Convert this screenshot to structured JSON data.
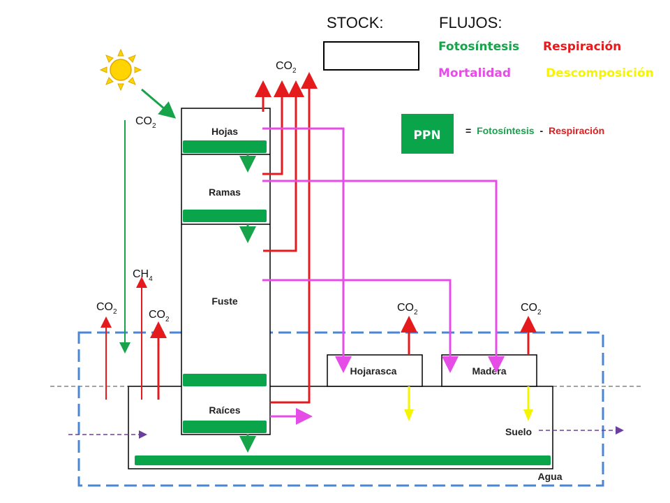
{
  "header": {
    "stock_label": "STOCK:",
    "flows_label": "FLUJOS:"
  },
  "legend": {
    "photosynthesis": "Fotosíntesis",
    "respiration": "Respiración",
    "mortality": "Mortalidad",
    "decomposition": "Descomposición",
    "colors": {
      "photosynthesis": "#16a34a",
      "respiration": "#e41a1c",
      "mortality": "#e64ce6",
      "decomposition": "#f5f500"
    }
  },
  "ppn": {
    "badge": "PPN",
    "eq": "=",
    "term1": "Fotosíntesis",
    "minus": "-",
    "term2": "Respiración"
  },
  "pools": {
    "leaves": "Hojas",
    "branches": "Ramas",
    "trunk": "Fuste",
    "roots": "Raíces",
    "litter": "Hojarasca",
    "wood": "Madera",
    "soil": "Suelo",
    "water": "Agua"
  },
  "gases": {
    "co2": "CO",
    "co2_sub": "2",
    "ch4": "CH",
    "ch4_sub": "4"
  }
}
